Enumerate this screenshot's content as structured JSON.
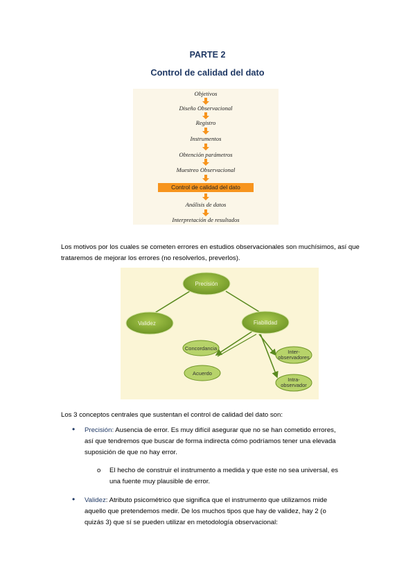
{
  "header": {
    "part": "PARTE 2",
    "title": "Control de calidad del dato"
  },
  "flow": {
    "steps": [
      "Objetivos",
      "Diseño Observacional",
      "Registro",
      "Instrumentos",
      "Obtención parámetros",
      "Muestreo Observacional",
      "Control de calidad del dato",
      "Análisis de datos",
      "Interpretación de resultados"
    ],
    "highlight_color": "#f7941d"
  },
  "intro": "Los motivos por los cuales se cometen errores en estudios observacionales son muchísimos, así que trataremos de mejorar los errores (no resolverlos, preverlos).",
  "concept_map": {
    "nodes": {
      "precision": "Precisión",
      "validez": "Validez",
      "fiabilidad": "Fiabilidad",
      "concordancia": "Concordancia",
      "acuerdo": "Acuerdo",
      "inter_1": "Inter-",
      "inter_1b": "observadores",
      "intra_1": "Intra-",
      "intra_1b": "observador"
    },
    "node_color": "#8db33a"
  },
  "concepts_intro": "Los 3 conceptos centrales que sustentan el control de calidad del dato son:",
  "bullets": {
    "precision_term": "Precisión:",
    "precision_text_1": " Ausencia de error. Es muy difícil asegurar que no se han cometido errores,",
    "precision_text_2": "así que tendremos que buscar de forma indirecta cómo podríamos tener una elevada",
    "precision_text_3": "suposición de que no hay error.",
    "sub_marker": "o",
    "sub_text_1": "El hecho de construir el instrumento a medida y que este no sea universal, es",
    "sub_text_2": "una fuente muy plausible de error.",
    "validez_term": "Validez",
    "validez_text_1": ": Atributo psicométrico que significa que el instrumento que utilizamos mide",
    "validez_text_2": "aquello que pretendemos medir. De los muchos tipos que hay de validez, hay 2 (o",
    "validez_text_3": "quizás 3) que sí se pueden utilizar en metodología observacional:"
  }
}
